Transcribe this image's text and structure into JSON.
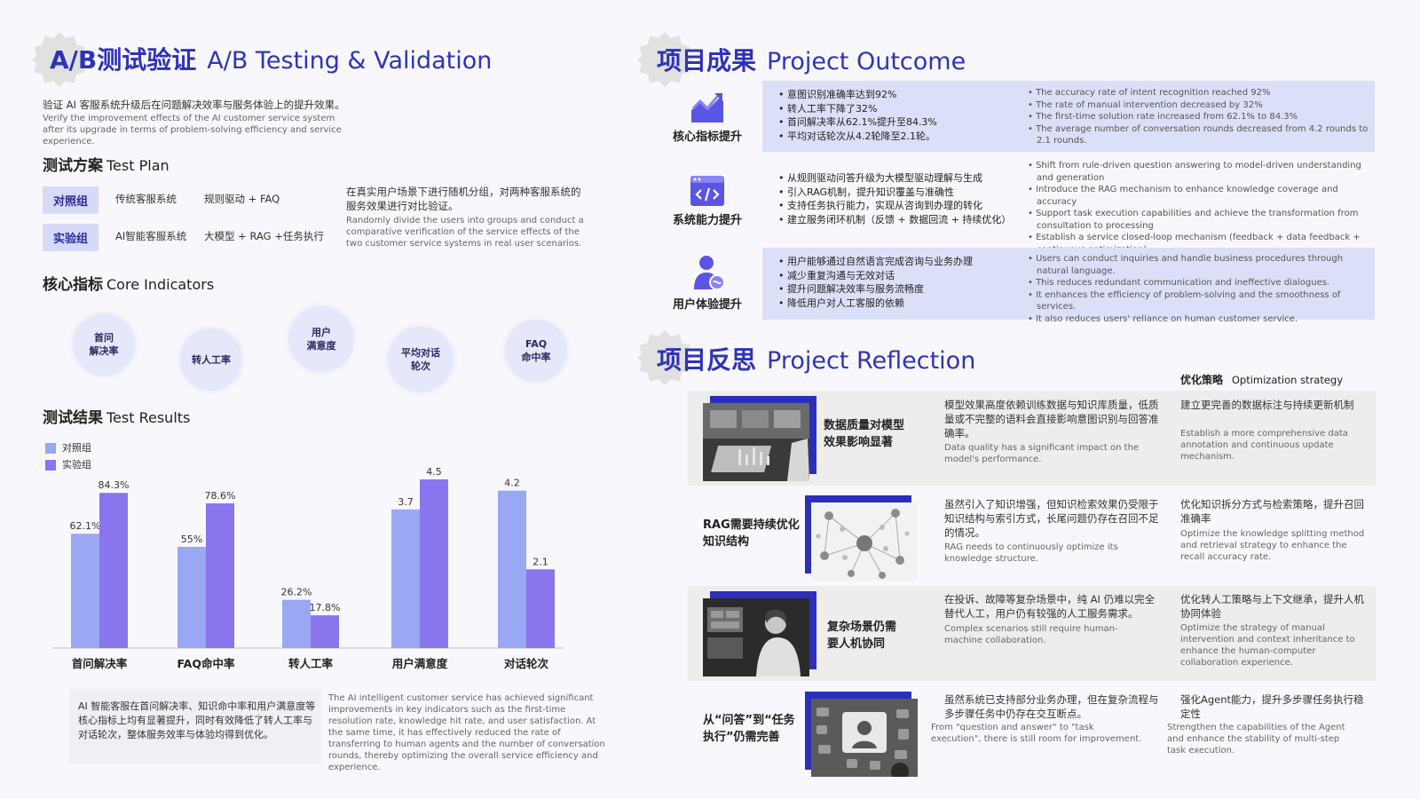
{
  "left": {
    "ab": {
      "title_cn": "A/B测试验证",
      "title_en": "A/B Testing & Validation",
      "intro_cn": "验证 AI 客服系统升级后在问题解决效率与服务体验上的提升效果。",
      "intro_en": "Verify the improvement effects of the AI customer service system after its upgrade in terms of problem-solving efficiency and service experience."
    },
    "plan": {
      "title_cn": "测试方案",
      "title_en": "Test Plan",
      "rows": [
        {
          "tag": "对照组",
          "system": "传统客服系统",
          "method": "规则驱动 + FAQ"
        },
        {
          "tag": "实验组",
          "system": "AI智能客服系统",
          "method": "大模型 +  RAG +任务执行"
        }
      ],
      "desc_cn": "在真实用户场景下进行随机分组，对两种客服系统的服务效果进行对比验证。",
      "desc_en": "Randomly divide the users into groups and conduct a comparative verification of the service effects of the two customer service systems in real user scenarios."
    },
    "indicators": {
      "title_cn": "核心指标",
      "title_en": "Core Indicators",
      "items": [
        "首问\n解决率",
        "转人工率",
        "用户\n满意度",
        "平均对话\n轮次",
        "FAQ\n命中率"
      ]
    },
    "results": {
      "title_cn": "测试结果",
      "title_en": "Test Results",
      "legend": [
        "对照组",
        "实验组"
      ],
      "summary_cn": "AI 智能客服在首问解决率、知识命中率和用户满意度等核心指标上均有显著提升，同时有效降低了转人工率与对话轮次，整体服务效率与体验均得到优化。",
      "summary_en": "The AI intelligent customer service has achieved significant improvements in key indicators such as the first-time resolution rate, knowledge hit rate, and user satisfaction. At the same time, it has effectively reduced the rate of transferring to human agents and the number of conversation rounds, thereby optimizing the overall service efficiency and experience."
    }
  },
  "chart_data": {
    "type": "bar",
    "categories": [
      "首问解决率",
      "FAQ命中率",
      "转人工率",
      "用户满意度",
      "对话轮次"
    ],
    "series": [
      {
        "name": "对照组",
        "values": [
          62.1,
          55,
          26.2,
          3.7,
          4.2
        ],
        "labels": [
          "62.1%",
          "55%",
          "26.2%",
          "3.7",
          "4.2"
        ]
      },
      {
        "name": "实验组",
        "values": [
          84.3,
          78.6,
          17.8,
          4.5,
          2.1
        ],
        "labels": [
          "84.3%",
          "78.6%",
          "17.8%",
          "4.5",
          "2.1"
        ]
      }
    ],
    "colors": [
      "#9aa7f3",
      "#8a75ee"
    ],
    "legend": "top-left",
    "grid": false
  },
  "right": {
    "outcome": {
      "title_cn": "项目成果",
      "title_en": "Project Outcome",
      "sections": [
        {
          "label": "核心指标提升",
          "icon": "chart-up-icon",
          "cn": [
            "意图识别准确率达到92%",
            "转人工率下降了32%",
            "首问解决率从62.1%提升至84.3%",
            "平均对话轮次从4.2轮降至2.1轮。"
          ],
          "en": [
            "The accuracy rate of intent recognition reached 92%",
            "The rate of manual intervention decreased by 32%",
            "The first-time solution rate increased from 62.1% to 84.3%",
            "The average number of conversation rounds decreased from 4.2 rounds to 2.1 rounds."
          ]
        },
        {
          "label": "系统能力提升",
          "icon": "code-window-icon",
          "cn": [
            "从规则驱动问答升级为大模型驱动理解与生成",
            "引入RAG机制，提升知识覆盖与准确性",
            "支持任务执行能力，实现从咨询到办理的转化",
            "建立服务闭环机制（反馈 + 数据回流 + 持续优化）"
          ],
          "en": [
            "Shift from rule-driven question answering to model-driven understanding and generation",
            "Introduce the RAG mechanism to enhance knowledge coverage and accuracy",
            "Support task execution capabilities and achieve the transformation from consultation to processing",
            "Establish a service closed-loop mechanism (feedback + data feedback + continuous optimization)"
          ]
        },
        {
          "label": "用户体验提升",
          "icon": "user-icon",
          "cn": [
            "用户能够通过自然语言完成咨询与业务办理",
            "减少重复沟通与无效对话",
            "提升问题解决效率与服务流畅度",
            "降低用户对人工客服的依赖"
          ],
          "en": [
            "Users can conduct inquiries and handle business procedures through natural language.",
            "This reduces redundant communication and ineffective dialogues.",
            "It enhances the efficiency of problem-solving and the smoothness of services.",
            "It also reduces users' reliance on human customer service."
          ]
        }
      ]
    },
    "reflection": {
      "title_cn": "项目反思",
      "title_en": "Project Reflection",
      "strategy_cn": "优化策略",
      "strategy_en": "Optimization strategy",
      "rows": [
        {
          "title": "数据质量对模型效果影响显著",
          "problem_cn": "模型效果高度依赖训练数据与知识库质量，低质量或不完整的语料会直接影响意图识别与回答准确率。",
          "problem_en": "Data quality has a significant impact on the model's performance.",
          "strategy_cn": "建立更完善的数据标注与持续更新机制",
          "strategy_en": "Establish a more comprehensive data annotation and continuous update mechanism."
        },
        {
          "title": "RAG需要持续优化知识结构",
          "problem_cn": "虽然引入了知识增强，但知识检索效果仍受限于知识结构与索引方式，长尾问题仍存在召回不足的情况。",
          "problem_en": "RAG needs to continuously optimize its knowledge structure.",
          "strategy_cn": "优化知识拆分方式与检索策略，提升召回准确率",
          "strategy_en": "Optimize the knowledge splitting method and retrieval strategy to enhance the recall accuracy rate."
        },
        {
          "title": "复杂场景仍需要人机协同",
          "problem_cn": "在投诉、故障等复杂场景中，纯 AI 仍难以完全替代人工，用户仍有较强的人工服务需求。",
          "problem_en": "Complex scenarios still require human-machine collaboration.",
          "strategy_cn": "优化转人工策略与上下文继承，提升人机协同体验",
          "strategy_en": "Optimize the strategy of manual intervention and context inheritance to enhance the human-computer collaboration experience."
        },
        {
          "title": "从“问答”到“任务执行”仍需完善",
          "problem_cn": "虽然系统已支持部分业务办理，但在复杂流程与多步骤任务中仍存在交互断点。",
          "problem_en": "From \"question and answer\" to \"task execution\", there is still room for improvement.",
          "strategy_cn": "强化Agent能力，提升多步骤任务执行稳定性",
          "strategy_en": "Strengthen the capabilities of the Agent and enhance the stability of multi-step task execution."
        }
      ]
    }
  }
}
